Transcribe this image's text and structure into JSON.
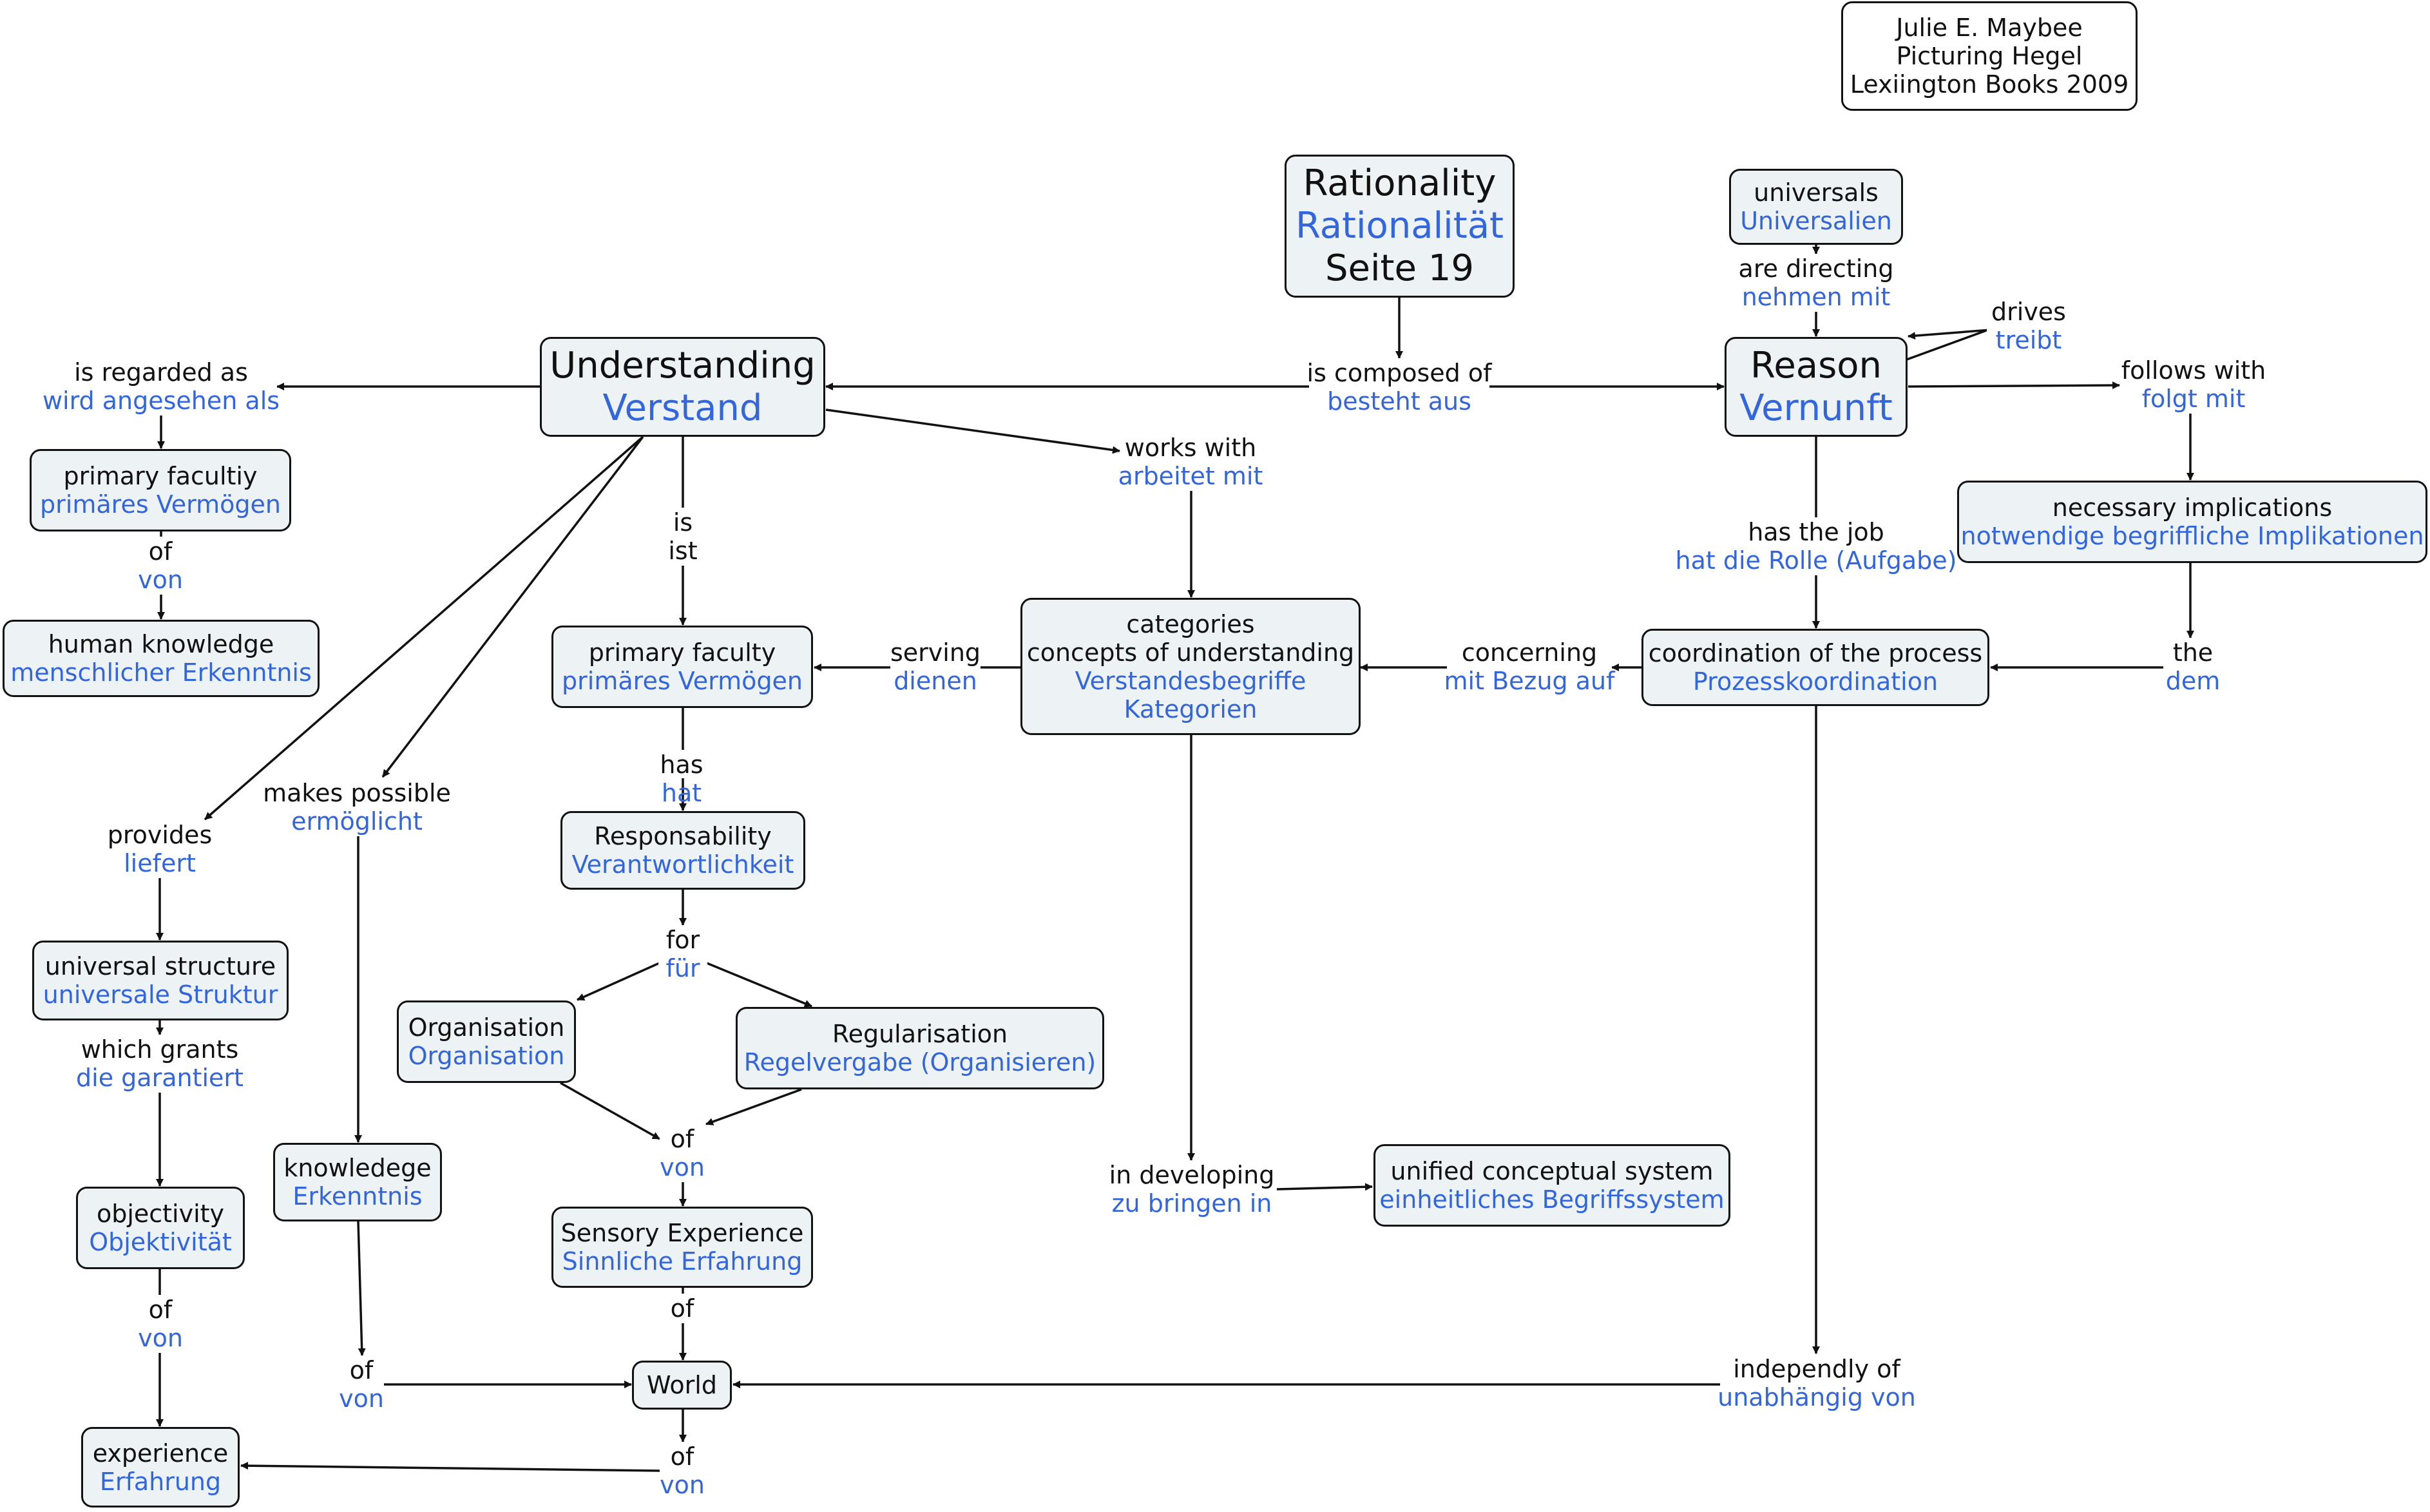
{
  "citation": {
    "author": "Julie E. Maybee",
    "title": "Picturing Hegel",
    "publisher": "Lexiington Books 2009"
  },
  "nodes": {
    "rationality": {
      "en": "Rationality",
      "de": "Rationalität",
      "page": "Seite 19"
    },
    "understanding": {
      "en": "Understanding",
      "de": "Verstand"
    },
    "reason": {
      "en": "Reason",
      "de": "Vernunft"
    },
    "universals": {
      "en": "universals",
      "de": "Universalien"
    },
    "primary_facultiy": {
      "en": "primary facultiy",
      "de": "primäres Vermögen"
    },
    "human_knowledge": {
      "en": "human knowledge",
      "de": "menschlicher Erkenntnis"
    },
    "primary_faculty": {
      "en": "primary faculty",
      "de": "primäres Vermögen"
    },
    "categories": {
      "l1": "categories",
      "l2": "concepts of understanding",
      "l3": "Verstandesbegriffe",
      "l4": "Kategorien"
    },
    "coordination": {
      "en": "coordination of the process",
      "de": "Prozesskoordination"
    },
    "necessary_implications": {
      "en": "necessary implications",
      "de": "notwendige begriffliche Implikationen"
    },
    "responsability": {
      "en": "Responsability",
      "de": "Verantwortlichkeit"
    },
    "organisation": {
      "en": "Organisation",
      "de": "Organisation"
    },
    "regularisation": {
      "en": "Regularisation",
      "de": "Regelvergabe (Organisieren)"
    },
    "universal_structure": {
      "en": "universal structure",
      "de": "universale Struktur"
    },
    "objectivity": {
      "en": "objectivity",
      "de": "Objektivität"
    },
    "knowledege": {
      "en": "knowledege",
      "de": "Erkenntnis"
    },
    "sensory_experience": {
      "en": "Sensory Experience",
      "de": "Sinnliche Erfahrung"
    },
    "world": {
      "en": "World"
    },
    "experience": {
      "en": "experience",
      "de": "Erfahrung"
    },
    "unified_system": {
      "en": "unified conceptual system",
      "de": "einheitliches Begriffssystem"
    }
  },
  "links": {
    "is_composed_of": {
      "en": "is composed of",
      "de": "besteht aus"
    },
    "is_regarded_as": {
      "en": "is regarded as",
      "de": "wird angesehen als"
    },
    "of_von_1": {
      "en": "of",
      "de": "von"
    },
    "are_directing": {
      "en": "are directing",
      "de": "nehmen mit"
    },
    "drives": {
      "en": "drives",
      "de": "treibt"
    },
    "follows_with": {
      "en": "follows with",
      "de": "folgt mit"
    },
    "works_with": {
      "en": "works with",
      "de": "arbeitet mit"
    },
    "is_ist": {
      "en": "is",
      "de": "ist"
    },
    "has_the_job": {
      "en": "has the job",
      "de": "hat die Rolle (Aufgabe)"
    },
    "serving": {
      "en": "serving",
      "de": "dienen"
    },
    "concerning": {
      "en": "concerning",
      "de": "mit Bezug auf"
    },
    "the_dem": {
      "en": "the",
      "de": "dem"
    },
    "has_hat": {
      "en": "has",
      "de": "hat"
    },
    "makes_possible": {
      "en": "makes possible",
      "de": "ermöglicht"
    },
    "provides": {
      "en": "provides",
      "de": "liefert"
    },
    "for_fuer": {
      "en": "for",
      "de": "für"
    },
    "which_grants": {
      "en": "which grants",
      "de": "die garantiert"
    },
    "of_von_org": {
      "en": "of",
      "de": "von"
    },
    "in_developing": {
      "en": "in developing",
      "de": "zu bringen in"
    },
    "of_von_obj": {
      "en": "of",
      "de": "von"
    },
    "of_sensory": {
      "en": "of"
    },
    "of_von_know": {
      "en": "of",
      "de": "von"
    },
    "independly_of": {
      "en": "independly of",
      "de": "unabhängig von"
    },
    "of_von_world": {
      "en": "of",
      "de": "von"
    }
  },
  "colors": {
    "english_text": "#111111",
    "german_text": "#3366dd",
    "node_fill": "#edf3f5",
    "line": "#111111"
  }
}
